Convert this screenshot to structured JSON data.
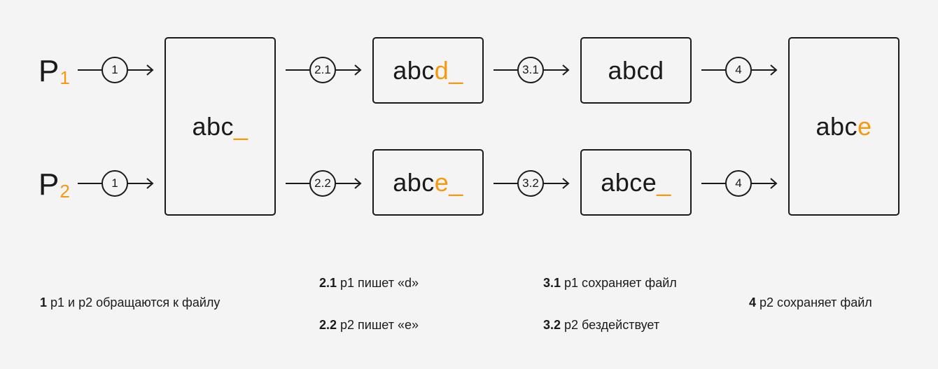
{
  "processes": [
    {
      "letter": "P",
      "index": "1"
    },
    {
      "letter": "P",
      "index": "2"
    }
  ],
  "steps": {
    "s1a": "1",
    "s1b": "1",
    "s21": "2.1",
    "s22": "2.2",
    "s31": "3.1",
    "s32": "3.2",
    "s4a": "4",
    "s4b": "4"
  },
  "boxes": {
    "initial": {
      "text": "abc",
      "highlight": "_"
    },
    "p1_write": {
      "text": "abc",
      "highlight": "d_"
    },
    "p2_write": {
      "text": "abc",
      "highlight": "e_"
    },
    "p1_saved": {
      "text": "abcd",
      "highlight": ""
    },
    "p2_idle": {
      "text": "abce",
      "highlight": "_"
    },
    "final": {
      "text": "abc",
      "highlight": "e"
    }
  },
  "legend": [
    {
      "num": "1",
      "text": "p1 и p2 обращаются к файлу"
    },
    {
      "num": "2.1",
      "text": "p1 пишет «d»"
    },
    {
      "num": "2.2",
      "text": "p2 пишет «e»"
    },
    {
      "num": "3.1",
      "text": "p1 сохраняет файл"
    },
    {
      "num": "3.2",
      "text": "p2 бездействует"
    },
    {
      "num": "4",
      "text": "p2 сохраняет файл"
    }
  ],
  "colors": {
    "accent": "#f39a0f",
    "stroke": "#1a1a1a",
    "background": "#f4f4f4"
  }
}
